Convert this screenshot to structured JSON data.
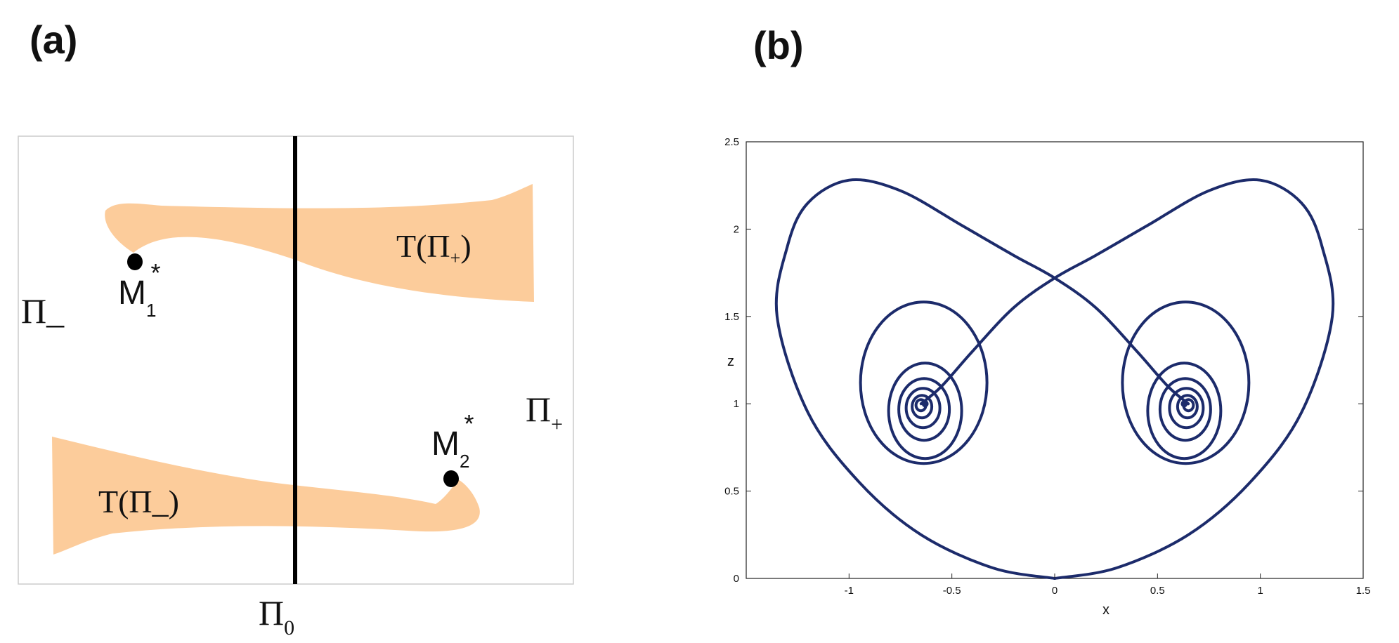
{
  "panel_a": {
    "label": "(a)",
    "colors": {
      "region_fill": "#fccc9b",
      "divider": "#000000",
      "frame": "#cccccc"
    },
    "upper_region_label": {
      "main": "T(Π",
      "sub": "+",
      "close": ")"
    },
    "lower_region_label": {
      "main": "T(Π_)"
    },
    "pi_minus": "Π_",
    "pi_plus": {
      "main": "Π",
      "sub": "+"
    },
    "pi_zero": {
      "main": "Π",
      "sub": "0"
    },
    "m1": {
      "main": "M",
      "sub": "1",
      "sup": "*"
    },
    "m2": {
      "main": "M",
      "sub": "2",
      "sup": "*"
    }
  },
  "panel_b": {
    "label": "(b)",
    "chart_data": {
      "type": "line",
      "title": "",
      "xlabel": "x",
      "ylabel": "z",
      "xlim": [
        -1.5,
        1.5
      ],
      "ylim": [
        0,
        2.5
      ],
      "xticks": [
        -1,
        -0.5,
        0,
        0.5,
        1,
        1.5
      ],
      "yticks": [
        0,
        0.5,
        1,
        1.5,
        2,
        2.5
      ],
      "xtick_labels": [
        "-1",
        "-0.5",
        "0",
        "0.5",
        "1",
        "1.5"
      ],
      "ytick_labels": [
        "0",
        "0.5",
        "1",
        "1.5",
        "2",
        "2.5"
      ],
      "grid": false,
      "color": "#1c2b6b",
      "series": [
        {
          "x": [
            0,
            -0.3,
            -0.65,
            -0.95,
            -1.2,
            -1.35,
            -1.3,
            -1.2,
            -1.0,
            -0.75,
            -0.45,
            -0.2,
            0.0,
            0.2,
            0.4,
            0.55,
            0.65
          ],
          "z": [
            0,
            0.06,
            0.25,
            0.55,
            0.95,
            1.5,
            1.9,
            2.15,
            2.28,
            2.22,
            2.02,
            1.85,
            1.72,
            1.55,
            1.3,
            1.1,
            1.0
          ]
        },
        {
          "x": [
            0,
            0.3,
            0.65,
            0.95,
            1.2,
            1.35,
            1.3,
            1.2,
            1.0,
            0.75,
            0.45,
            0.2,
            0.0,
            -0.2,
            -0.4,
            -0.55,
            -0.65
          ],
          "z": [
            0,
            0.06,
            0.25,
            0.55,
            0.95,
            1.5,
            1.9,
            2.15,
            2.28,
            2.22,
            2.02,
            1.85,
            1.72,
            1.55,
            1.3,
            1.1,
            1.0
          ]
        }
      ],
      "equilibria": [
        {
          "x": -0.63,
          "z": 1.0
        },
        {
          "x": 0.63,
          "z": 1.0
        }
      ]
    }
  }
}
